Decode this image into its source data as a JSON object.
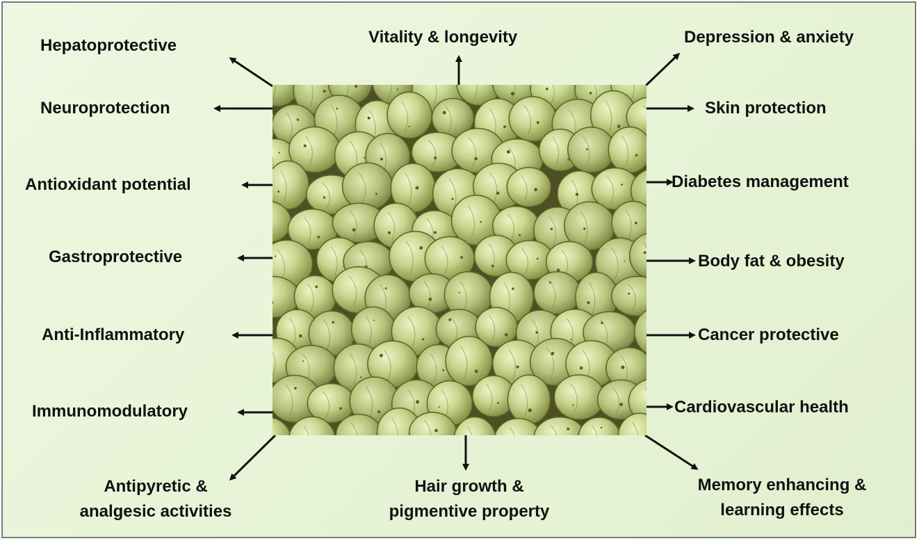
{
  "photo": {
    "subject-icon": "amla-fruit-icon",
    "bg": "#5c5d2a",
    "fruit": "#c7d58f",
    "fruit_light": "#e6efbf",
    "fruit_dark": "#8e9a4e"
  },
  "labels": {
    "hepatoprotective": "Hepatoprotective",
    "vitality": "Vitality & longevity",
    "depression": "Depression & anxiety",
    "neuroprotection": "Neuroprotection",
    "skin": "Skin protection",
    "antioxidant": "Antioxidant potential",
    "diabetes": "Diabetes management",
    "gastroprotective": "Gastroprotective",
    "body_fat": "Body fat & obesity",
    "anti_inflammatory": "Anti-Inflammatory",
    "cancer": "Cancer protective",
    "immunomodulatory": "Immunomodulatory",
    "cardiovascular": "Cardiovascular health",
    "antipyretic_1": "Antipyretic &",
    "antipyretic_2": "analgesic activities",
    "hair_1": "Hair growth &",
    "hair_2": "pigmentive property",
    "memory_1": "Memory enhancing &",
    "memory_2": "learning effects"
  }
}
